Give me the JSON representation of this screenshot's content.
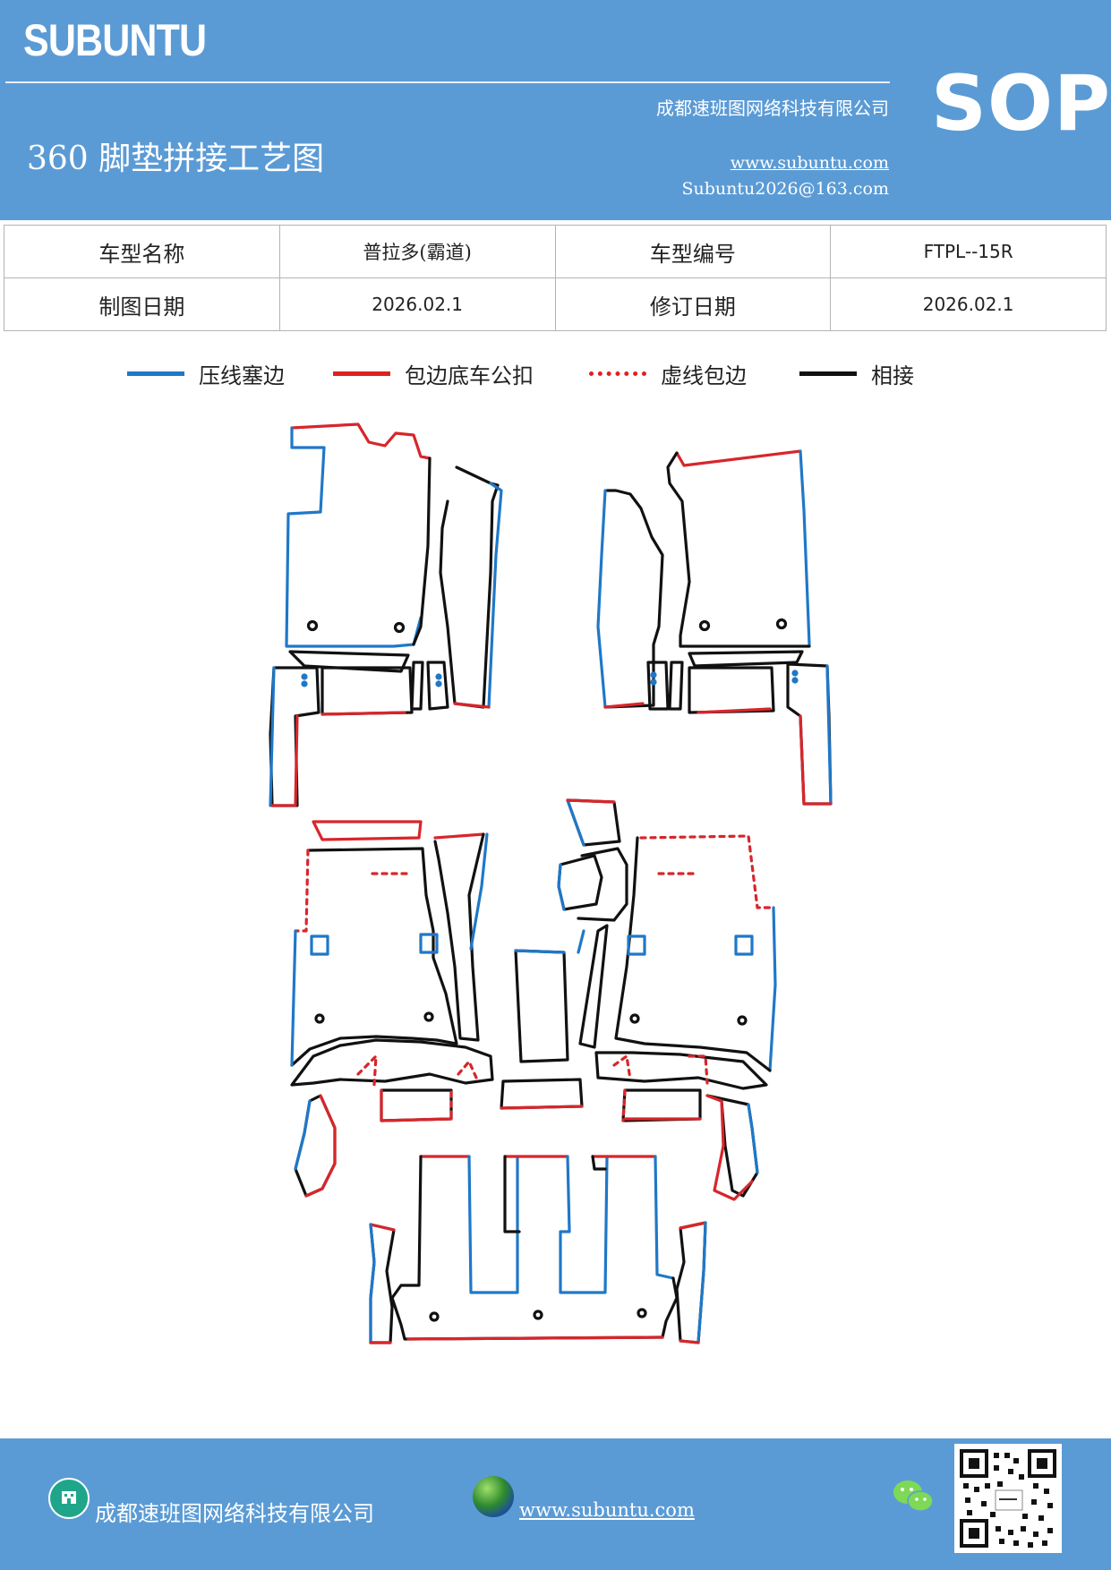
{
  "header": {
    "logo": "SUBUNTU",
    "sop": "SOP",
    "company": "成都速班图网络科技有限公司",
    "title": "360 脚垫拼接工艺图",
    "website": "www.subuntu.com",
    "email": "Subuntu2026@163.com"
  },
  "info": {
    "model_name_label": "车型名称",
    "model_name_value": "普拉多(霸道)",
    "model_code_label": "车型编号",
    "model_code_value": "FTPL--15R",
    "draw_date_label": "制图日期",
    "draw_date_value": "2026.02.1",
    "revise_date_label": "修订日期",
    "revise_date_value": "2026.02.1"
  },
  "legend": [
    {
      "label": "压线塞边",
      "color": "#1f78c8",
      "style": "solid"
    },
    {
      "label": "包边底车公扣",
      "color": "#e02020",
      "style": "solid"
    },
    {
      "label": "虚线包边",
      "color": "#e02020",
      "style": "dotted"
    },
    {
      "label": "相接",
      "color": "#111111",
      "style": "solid"
    }
  ],
  "colors": {
    "header_bg": "#5b9bd5",
    "blue_edge": "#1f78c8",
    "red_edge": "#d7262b",
    "joint": "#111111"
  },
  "footer": {
    "company": "成都速班图网络科技有限公司",
    "website": "www.subuntu.com",
    "icons": [
      "company-icon",
      "globe-icon",
      "wechat-icon",
      "qr-code"
    ]
  }
}
